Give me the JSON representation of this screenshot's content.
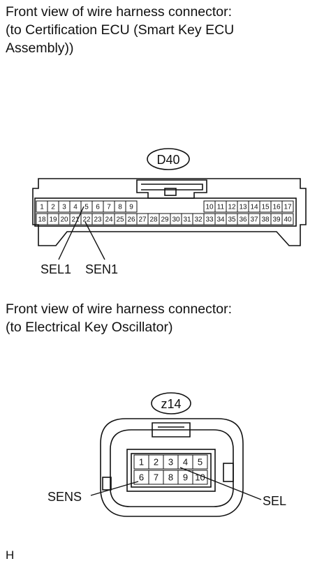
{
  "connector1": {
    "caption_lines": [
      "Front view of wire harness connector:",
      "(to Certification ECU (Smart Key ECU",
      "Assembly))"
    ],
    "code": "D40",
    "row1_left": [
      "1",
      "2",
      "3",
      "4",
      "5",
      "6",
      "7",
      "8",
      "9"
    ],
    "row1_right": [
      "10",
      "11",
      "12",
      "13",
      "14",
      "15",
      "16",
      "17"
    ],
    "row2": [
      "18",
      "19",
      "20",
      "21",
      "22",
      "23",
      "24",
      "25",
      "26",
      "27",
      "28",
      "29",
      "30",
      "31",
      "32",
      "33",
      "34",
      "35",
      "36",
      "37",
      "38",
      "39",
      "40"
    ],
    "callouts": [
      "SEL1",
      "SEN1"
    ]
  },
  "connector2": {
    "caption_lines": [
      "Front view of wire harness connector:",
      "(to Electrical Key Oscillator)"
    ],
    "code": "z14",
    "row1": [
      "1",
      "2",
      "3",
      "4",
      "5"
    ],
    "row2": [
      "6",
      "7",
      "8",
      "9",
      "10"
    ],
    "callouts": [
      "SENS",
      "SEL"
    ]
  },
  "footer": "H"
}
